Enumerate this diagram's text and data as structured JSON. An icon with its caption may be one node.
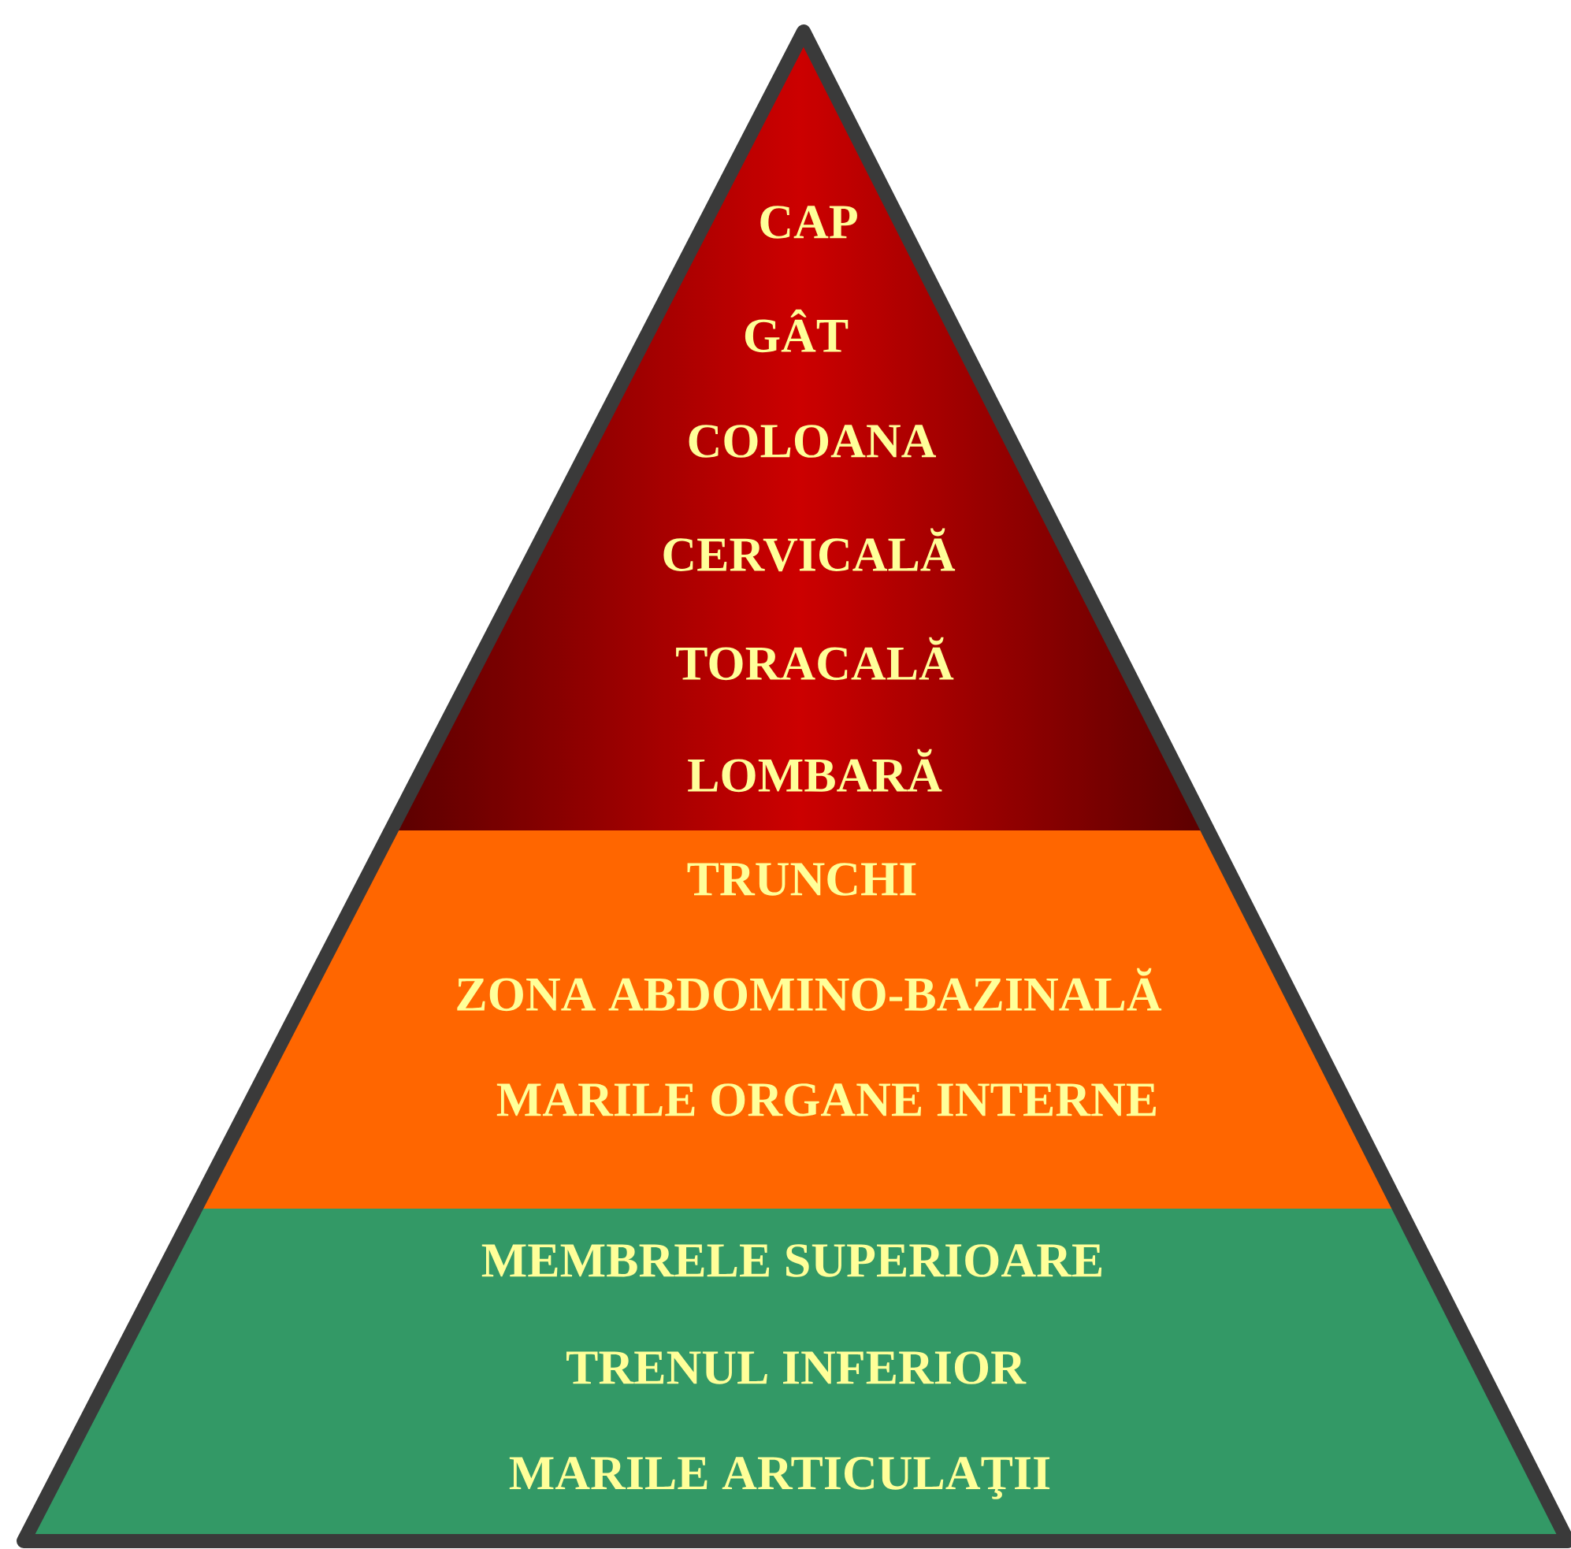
{
  "diagram": {
    "nodes": [
      {
        "text": [
          "CAP",
          "GÂT",
          "COLOANA",
          "CERVICALĂ",
          "TORACALĂ",
          "LOMBARĂ"
        ]
      },
      {
        "text": [
          "TRUNCHI",
          "ZONA ABDOMINO-BAZINALĂ",
          "MARILE ORGANE INTERNE"
        ]
      },
      {
        "text": [
          "MEMBRELE SUPERIOARE",
          "TRENUL INFERIOR",
          "MARILE ARTICULAŢII"
        ]
      }
    ]
  }
}
